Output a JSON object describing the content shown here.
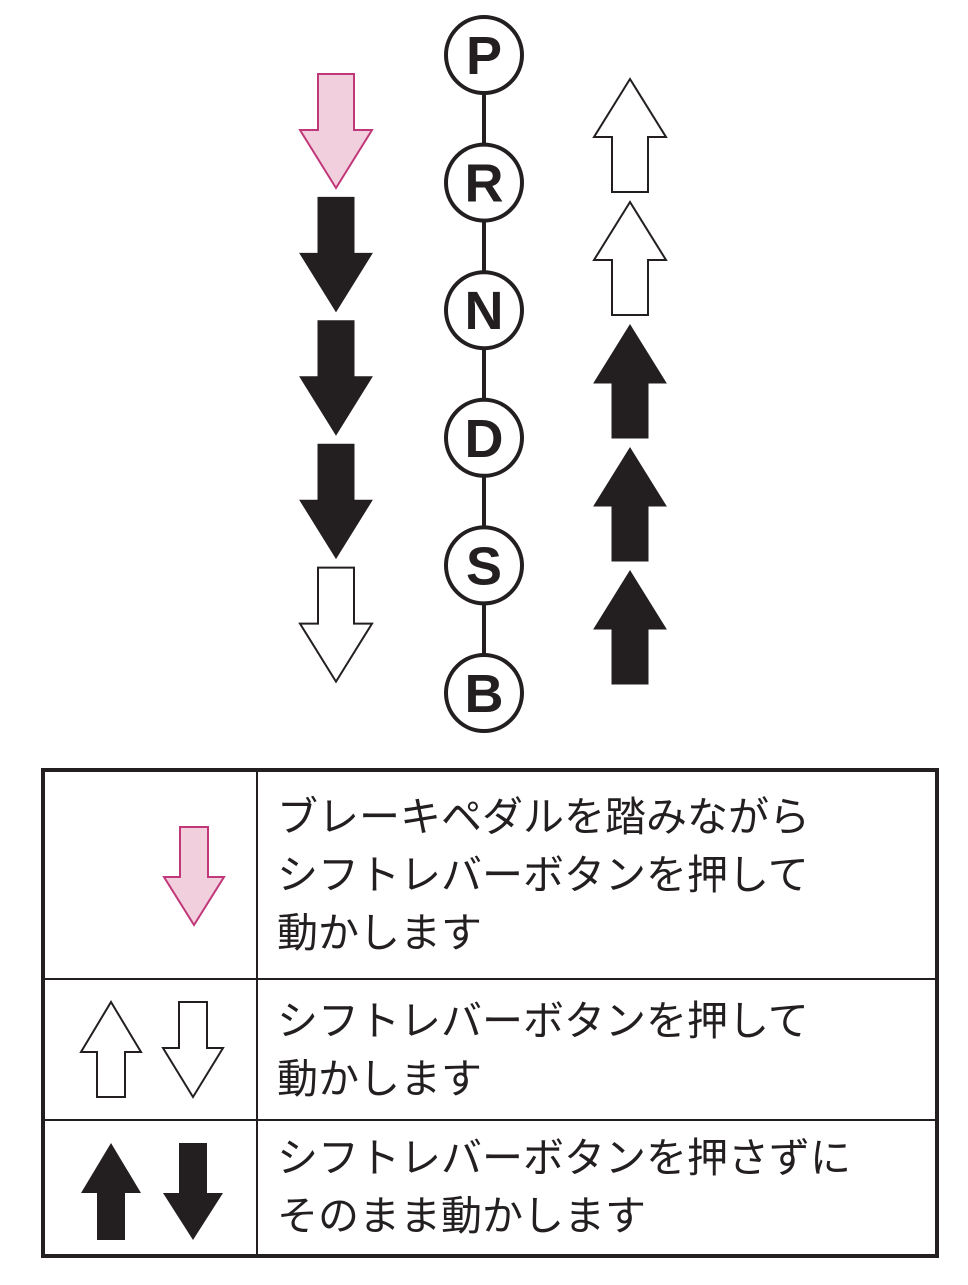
{
  "colors": {
    "ink": "#231f20",
    "brake_arrow_fill": "#f2cfdc",
    "brake_arrow_stroke": "#c0387a",
    "white": "#ffffff"
  },
  "gears": [
    "P",
    "R",
    "N",
    "D",
    "S",
    "B"
  ],
  "left_arrows": {
    "direction": "down",
    "items": [
      "brake",
      "solid",
      "solid",
      "solid",
      "hollow"
    ]
  },
  "right_arrows": {
    "direction": "up",
    "items": [
      "hollow",
      "hollow",
      "solid",
      "solid",
      "solid"
    ]
  },
  "legend": [
    {
      "icon": "brake-down-arrow",
      "text": "ブレーキペダルを踏みながら\nシフトレバーボタンを押して\n動かします"
    },
    {
      "icon": "hollow-up-down-arrows",
      "text": "シフトレバーボタンを押して\n動かします"
    },
    {
      "icon": "solid-up-down-arrows",
      "text": "シフトレバーボタンを押さずに\nそのまま動かします"
    }
  ]
}
